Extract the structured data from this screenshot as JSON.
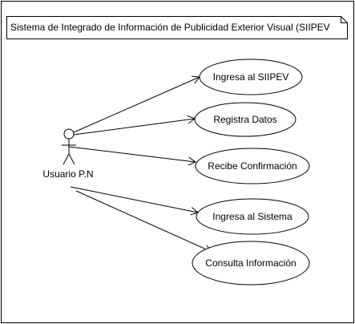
{
  "diagram": {
    "type": "use-case",
    "title": "Sistema de Integrado de Información de Publicidad Exterior Visual (SIIPEV",
    "actor": {
      "name": "Usuario P.N"
    },
    "use_cases": [
      {
        "id": "uc1",
        "label": "Ingresa al  SIIPEV"
      },
      {
        "id": "uc2",
        "label": "Registra Datos"
      },
      {
        "id": "uc3",
        "label": "Recibe Confirmación"
      },
      {
        "id": "uc4",
        "label": "Ingresa al Sistema"
      },
      {
        "id": "uc5",
        "label": "Consulta Información"
      }
    ],
    "associations": [
      {
        "from": "actor",
        "to": "uc1"
      },
      {
        "from": "actor",
        "to": "uc2"
      },
      {
        "from": "actor",
        "to": "uc3"
      },
      {
        "from": "actor",
        "to": "uc4"
      },
      {
        "from": "actor",
        "to": "uc5"
      }
    ]
  }
}
